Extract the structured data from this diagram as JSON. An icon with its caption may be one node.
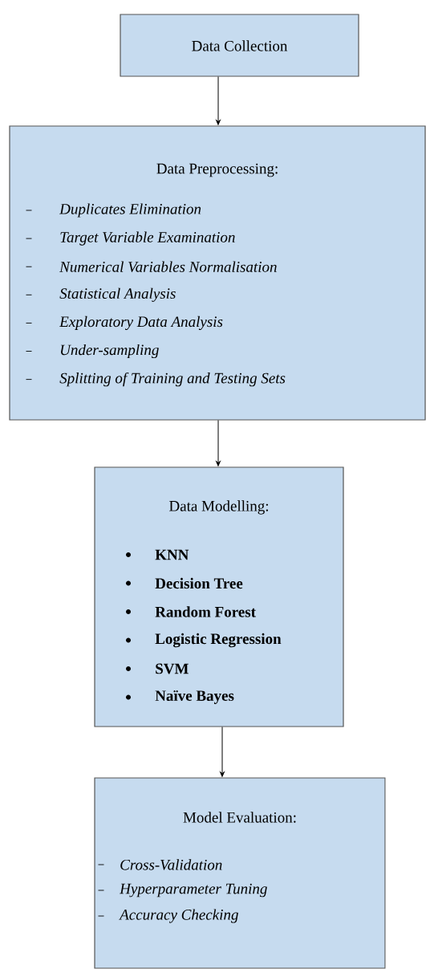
{
  "diagram": {
    "nodes": [
      {
        "text": [
          "Data Collection"
        ]
      },
      {
        "text": [
          "Data Preprocessing:",
          "Duplicates Elimination",
          "Target Variable Examination",
          "Numerical Variables Normalisation",
          "Statistical Analysis",
          "Exploratory Data Analysis",
          "Under-sampling",
          "Splitting of Training and Testing Sets"
        ]
      },
      {
        "text": [
          "Data Modelling:",
          "KNN",
          "Decision Tree",
          "Random Forest",
          "Logistic Regression",
          "SVM",
          "Naïve Bayes"
        ]
      },
      {
        "text": [
          "Model Evaluation:",
          "Cross-Validation",
          "Hyperparameter Tuning",
          "Accuracy Checking"
        ]
      }
    ],
    "edges": [
      {
        "from": 0,
        "to": 1,
        "arrow": "to"
      },
      {
        "from": 1,
        "to": 2,
        "arrow": "to"
      },
      {
        "from": 2,
        "to": 3,
        "arrow": "to"
      }
    ]
  }
}
